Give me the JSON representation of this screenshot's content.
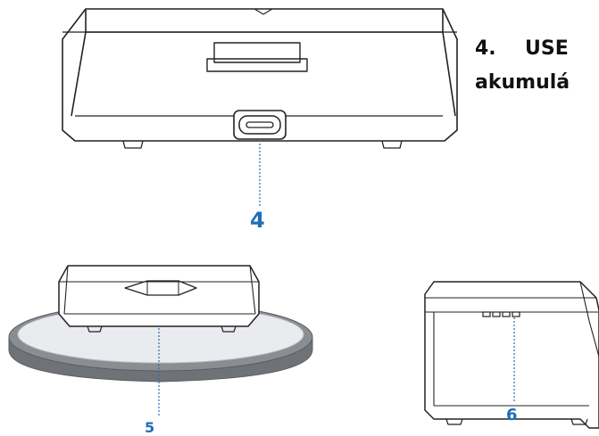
{
  "heading": {
    "number": "4.",
    "line1": "USE",
    "line2": "akumulá"
  },
  "callouts": {
    "usb_port": "4",
    "wireless_pad": "5",
    "indicator_leds": "6"
  },
  "colors": {
    "line": "#222222",
    "callout_blue": "#1f6fb6",
    "pad_top": "#e9ebee",
    "pad_rim": "#8a8d92",
    "pad_edge": "#6f7277"
  }
}
